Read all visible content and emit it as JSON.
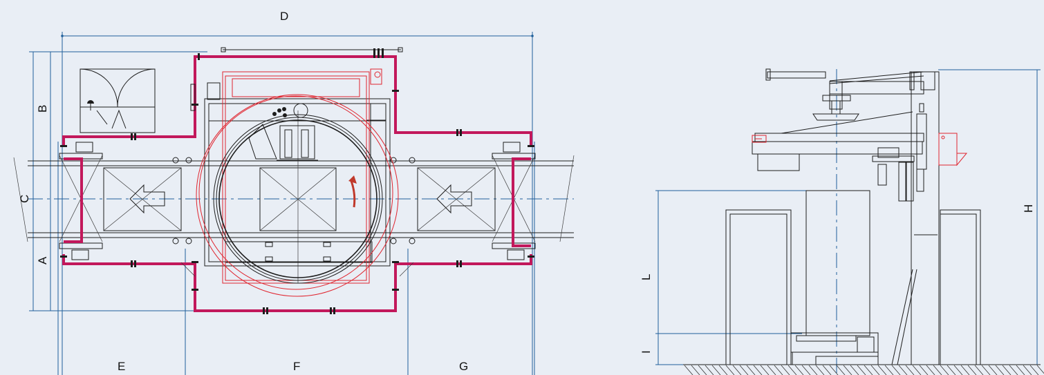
{
  "labels": {
    "D": "D",
    "B": "B",
    "C": "C",
    "A": "A",
    "E": "E",
    "F": "F",
    "G": "G",
    "H": "H",
    "L": "L",
    "I": "I"
  },
  "colors": {
    "background": "#e9eef5",
    "dimension_lines": "#1f5f9a",
    "conveyor_frame": "#c2185b",
    "rotation_envelope": "#e0242e",
    "line_work": "#1d1d1d"
  }
}
